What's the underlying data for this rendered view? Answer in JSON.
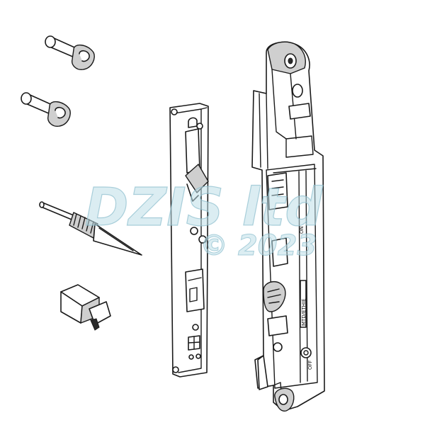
{
  "watermark": {
    "brand": "DZIS ltd",
    "copyright": "© 2023"
  },
  "part_markings": {
    "on_label": "ON",
    "off_label": "OFF",
    "code_strip": "MTD/ETHIE"
  },
  "colors": {
    "line": "#1a1a1a",
    "fill": "#ffffff",
    "shade": "#cfcfcf",
    "watermark": "#bedee8"
  }
}
